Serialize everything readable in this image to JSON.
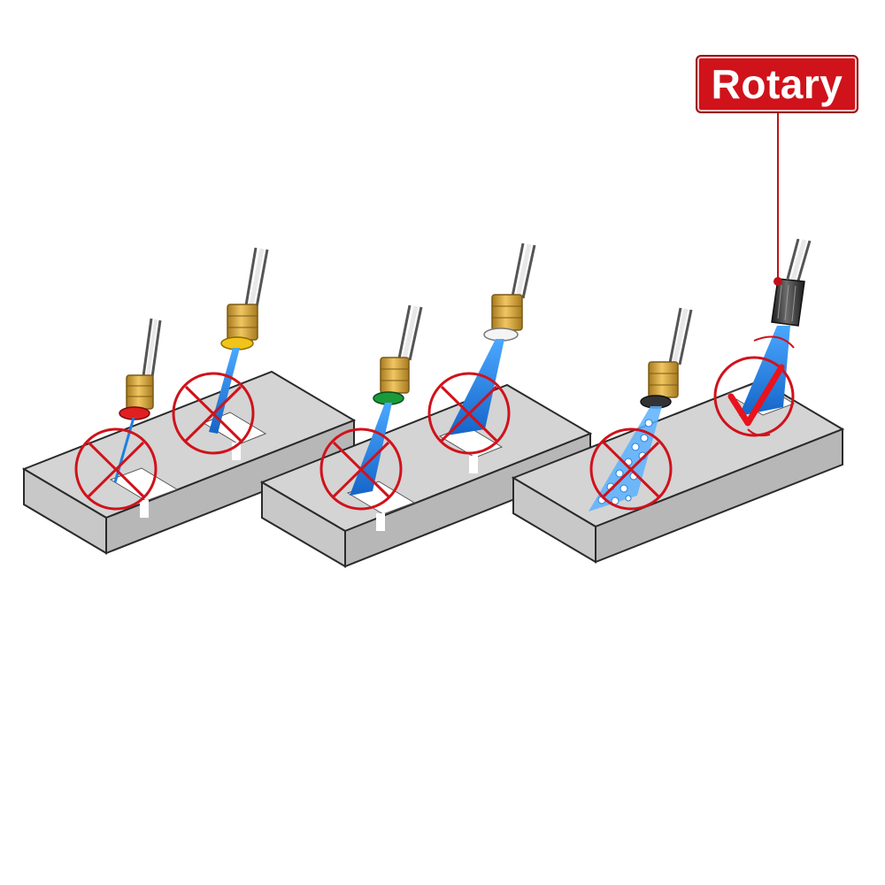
{
  "label": {
    "text": "Rotary"
  },
  "colors": {
    "block_top": "#d4d4d4",
    "block_front": "#c4c4c4",
    "block_side": "#b4b4b4",
    "outline": "#2a2a2a",
    "brass": "#d9a640",
    "brass_dark": "#a77a1f",
    "water": "#1f7fe0",
    "water_light": "#5bb2ff",
    "prohibit": "#d0121b",
    "check": "#e8131d",
    "wand": "#e0e0e0",
    "tip_red": "#e02020",
    "tip_yellow": "#f2c318",
    "tip_green": "#1a9a3a",
    "tip_white": "#f4f4f4",
    "tip_black": "#333333"
  },
  "nozzles": [
    {
      "tip": "red",
      "spray": "zero-degree",
      "result": "prohibited"
    },
    {
      "tip": "yellow",
      "spray": "narrow-fan",
      "result": "prohibited"
    },
    {
      "tip": "green",
      "spray": "medium-fan",
      "result": "prohibited"
    },
    {
      "tip": "white",
      "spray": "wide-fan",
      "result": "prohibited"
    },
    {
      "tip": "black",
      "spray": "soap-droplets",
      "result": "prohibited"
    },
    {
      "tip": "rotary",
      "spray": "rotating-jet",
      "result": "approved"
    }
  ]
}
